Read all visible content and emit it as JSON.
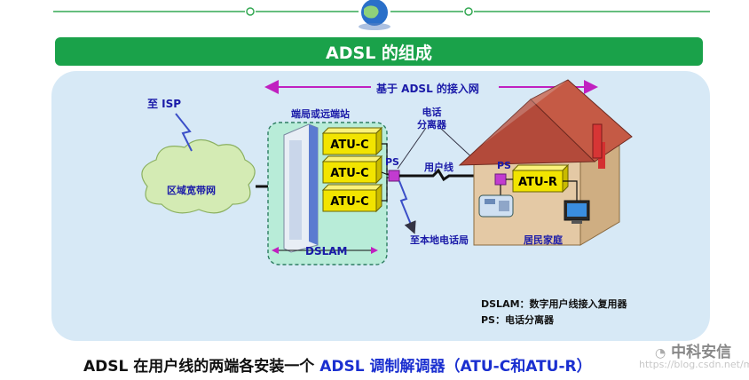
{
  "title": "ADSL 的组成",
  "diagram": {
    "range_label": "基于 ADSL 的接入网",
    "isp_label": "至 ISP",
    "cloud_label": "区域宽带网",
    "office_label": "端局或远端站",
    "dslam_label": "DSLAM",
    "atu_c_labels": [
      "ATU-C",
      "ATU-C",
      "ATU-C"
    ],
    "ps_left_label": "PS",
    "splitter_label": "电话\n分离器",
    "user_line_label": "用户线",
    "local_office_label": "至本地电话局",
    "ps_right_label": "PS",
    "atu_r_label": "ATU-R",
    "home_label": "居民家庭",
    "legend": [
      "DSLAM：数字用户线接入复用器",
      "PS：电话分离器"
    ]
  },
  "caption": {
    "prefix": "ADSL 在用户线的两端各安装一个 ",
    "accent": "ADSL 调制解调器（ATU-C和ATU-R）"
  },
  "watermark": {
    "brand": "中科安信",
    "url": "https://blog.csdn.net/mqyuuji"
  },
  "colors": {
    "title_bg": "#1aa24a",
    "panel_bg": "#d7e9f6",
    "label_blue": "#1a1aa8",
    "arrow_magenta": "#c020c0",
    "atu_yellow": "#f2e400",
    "roof_red": "#b34a3a",
    "ps_magenta": "#c23bd0"
  }
}
